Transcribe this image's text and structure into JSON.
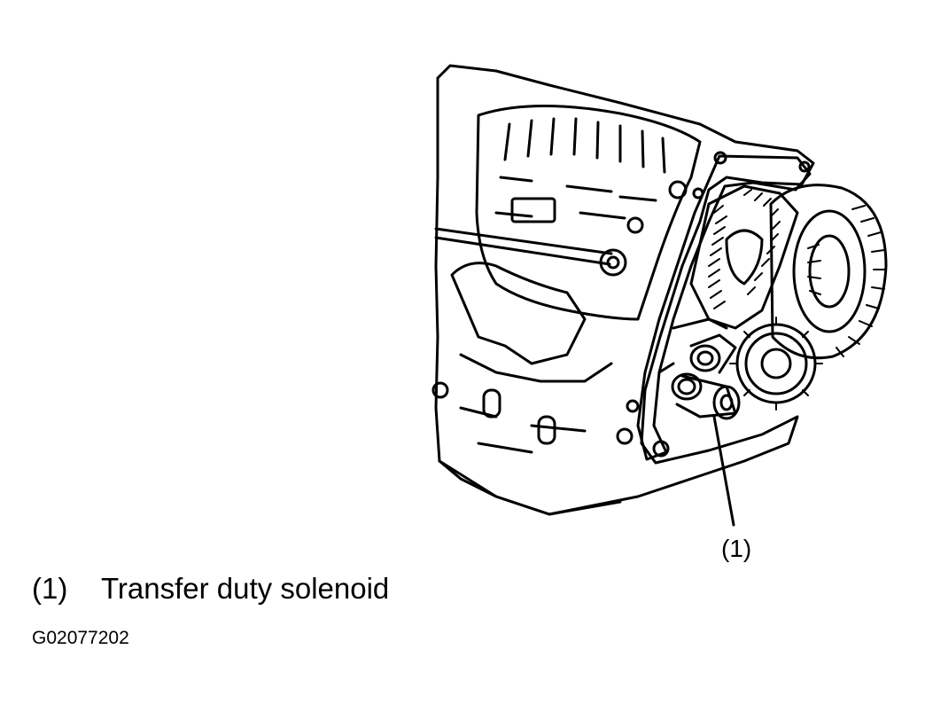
{
  "callout": {
    "label": "(1)"
  },
  "legend": [
    {
      "number": "(1)",
      "text": "Transfer duty solenoid"
    }
  ],
  "figure_id": "G02077202",
  "colors": {
    "ink": "#000000",
    "paper": "#ffffff"
  }
}
